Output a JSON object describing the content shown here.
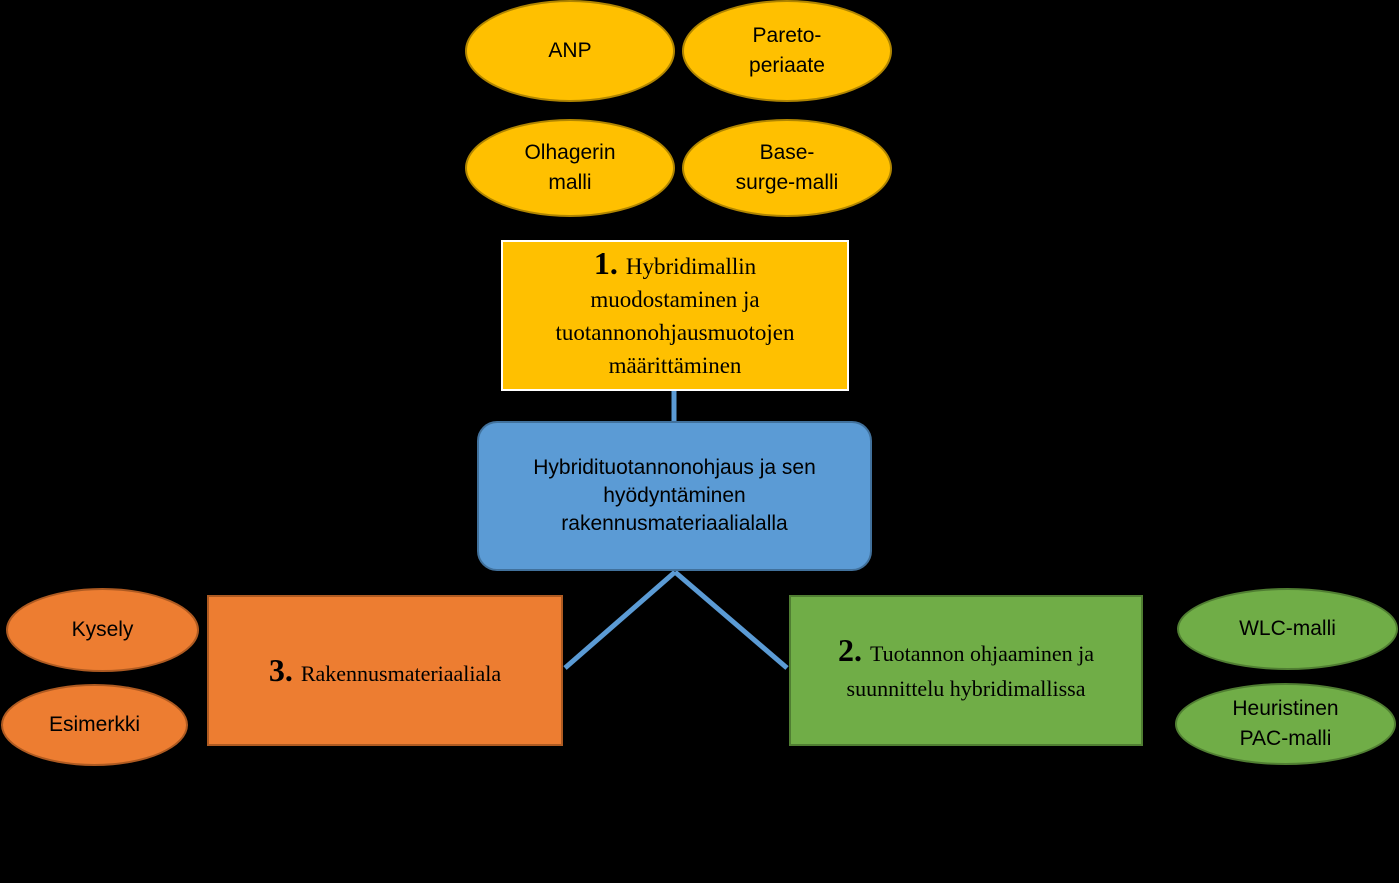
{
  "methods": {
    "anp": "ANP",
    "pareto": "Pareto-\nperiaate",
    "olhager": "Olhagerin\nmalli",
    "base_surge": "Base-\nsurge-malli"
  },
  "box_1": {
    "number": "1.",
    "text": "Hybridimallin muodostaminen ja tuotannonohjausmuotojen määrittäminen"
  },
  "center": {
    "text": "Hybridituotannonohjaus ja sen hyödyntäminen rakennusmateriaalialalla"
  },
  "box_3": {
    "number": "3.",
    "text": "Rakennusmateriaaliala"
  },
  "box_2": {
    "number": "2.",
    "text": "Tuotannon ohjaaminen ja suunnittelu hybridimallissa"
  },
  "left_methods": {
    "kysely": "Kysely",
    "esimerkki": "Esimerkki"
  },
  "right_methods": {
    "wlc": "WLC-malli",
    "pac": "Heuristinen\nPAC-malli"
  },
  "colors": {
    "background": "#000000",
    "yellow": "#ffc000",
    "blue": "#5b9bd5",
    "orange": "#ed7d31",
    "green": "#70ad47",
    "connector": "#5b9bd5"
  }
}
